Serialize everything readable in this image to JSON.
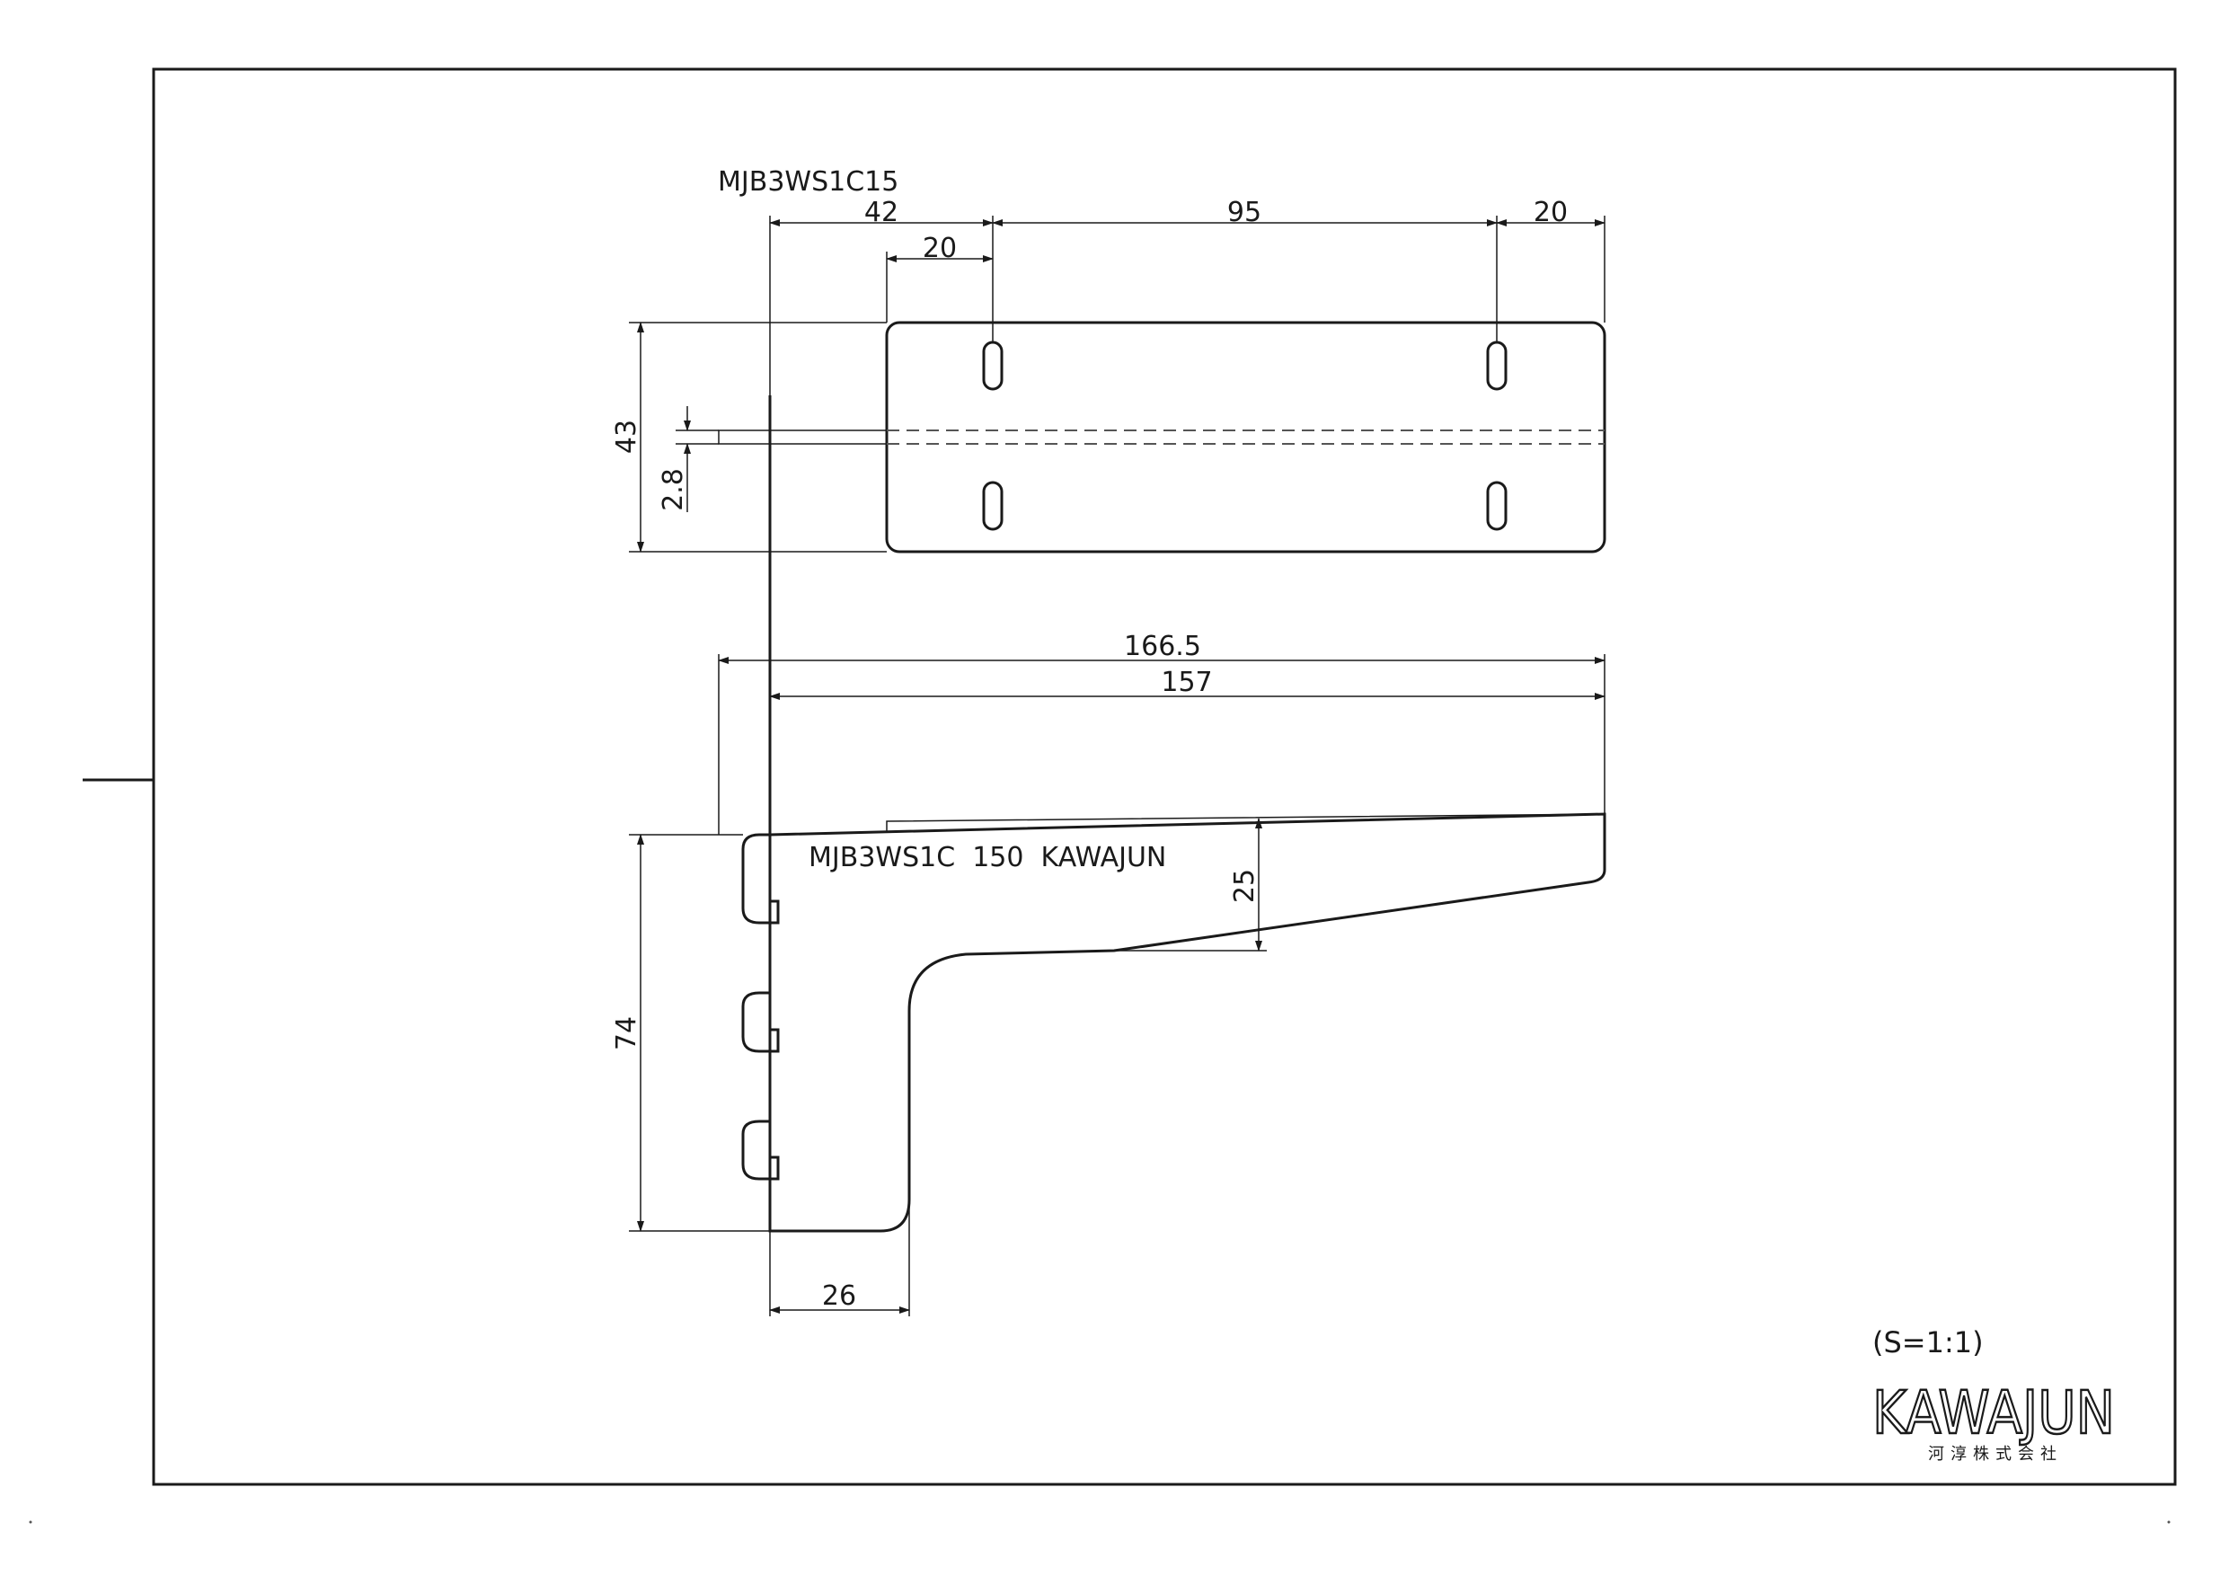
{
  "drawing": {
    "part_label": "MJB3WS1C15",
    "engraving": "MJB3WS1C  150  KAWAJUN",
    "scale": "(S=1:1)"
  },
  "dimensions": {
    "d42": "42",
    "d95": "95",
    "d20_right": "20",
    "d20_left": "20",
    "d43": "43",
    "d2_8": "2.8",
    "d166_5": "166.5",
    "d157": "157",
    "d25": "25",
    "d74": "74",
    "d26": "26"
  },
  "logo": {
    "name": "KAWAJUN",
    "subtitle": "河淳株式会社"
  },
  "colors": {
    "line": "#1a1a1a",
    "background": "#ffffff"
  }
}
